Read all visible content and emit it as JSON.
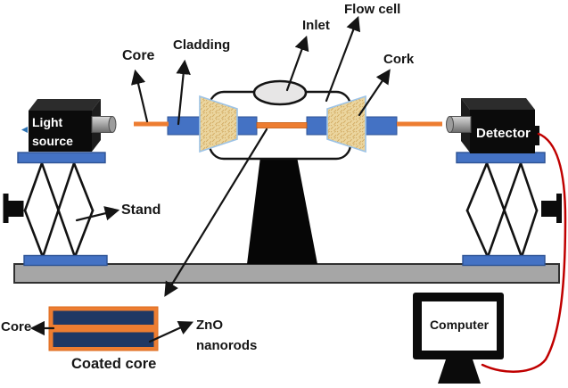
{
  "figure": {
    "type": "experimental-setup-schematic",
    "labels": {
      "core_top": "Core",
      "cladding": "Cladding",
      "inlet": "Inlet",
      "flow_cell": "Flow cell",
      "cork": "Cork",
      "stand": "Stand",
      "light_source": "Light source",
      "detector": "Detector",
      "computer": "Computer",
      "core_bottom": "Core",
      "zno_nanorods": "ZnO nanorods",
      "coated_core": "Coated core"
    },
    "colors": {
      "fiber_orange": "#ED7D31",
      "cladding_blue": "#4472C4",
      "platform_blue": "#4472C4",
      "coating_navy": "#1F3864",
      "cork_tan": "#EBD59E",
      "cable_red": "#C00000",
      "table_gray": "#A6A6A6",
      "inlet_gray": "#E7E6E6",
      "device_black": "#0B0B0B"
    }
  }
}
